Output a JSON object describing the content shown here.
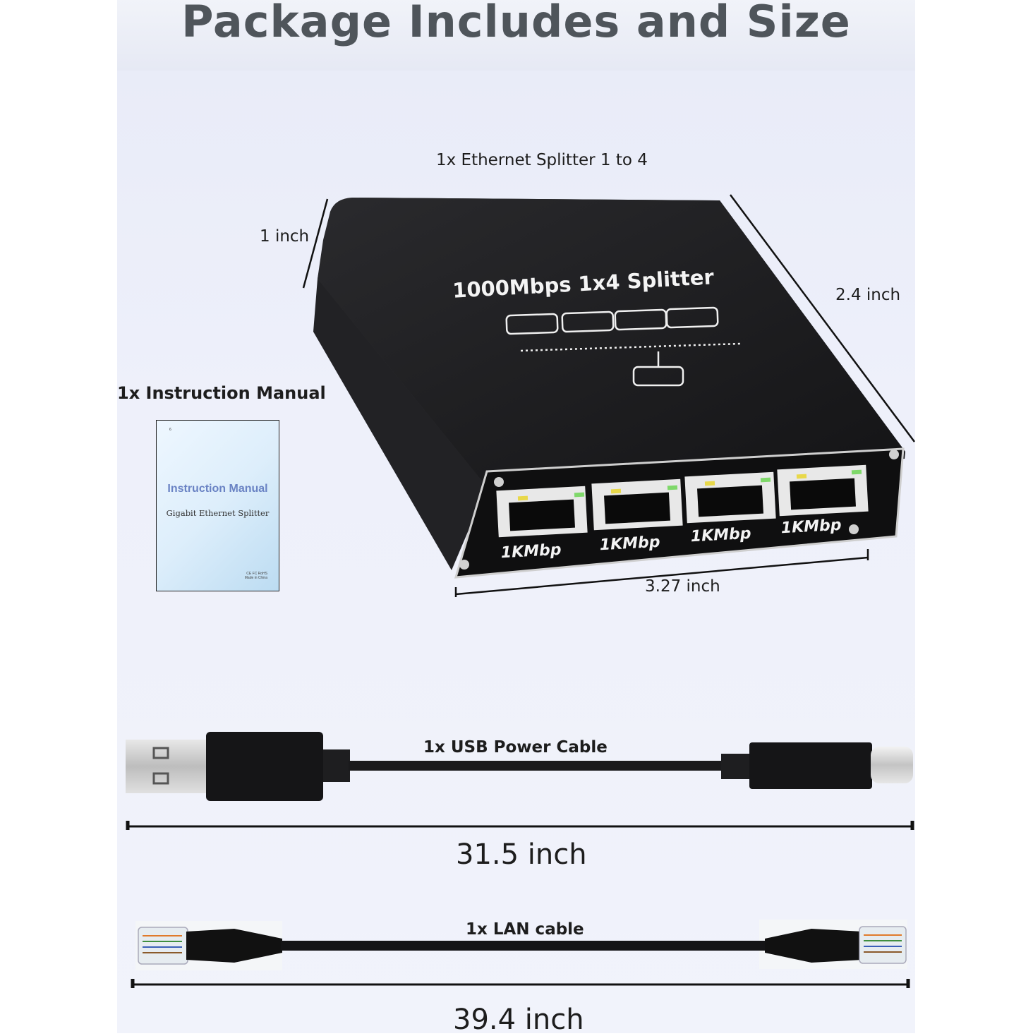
{
  "title": "Package Includes and Size",
  "splitter": {
    "caption": "1x Ethernet Splitter 1 to 4",
    "face_text": "1000Mbps 1x4 Splitter",
    "port_label": "1KMbp",
    "dim_height": "1 inch",
    "dim_depth": "2.4 inch",
    "dim_width": "3.27 inch"
  },
  "manual": {
    "caption": "1x Instruction Manual",
    "cover_title": "Instruction Manual",
    "cover_subtitle": "Gigabit Ethernet Splitter",
    "cover_page_number": "6",
    "cover_marks": "CE FC RoHS",
    "cover_origin": "Made in China"
  },
  "usb_cable": {
    "caption": "1x USB Power Cable",
    "length": "31.5 inch"
  },
  "lan_cable": {
    "caption": "1x LAN cable",
    "length": "39.4 inch"
  },
  "colors": {
    "title": "#4f555b",
    "body_black": "#1a1a1c",
    "led_yellow": "#e8d84a",
    "led_green": "#7fd86a",
    "manual_title": "#6a83c4"
  }
}
